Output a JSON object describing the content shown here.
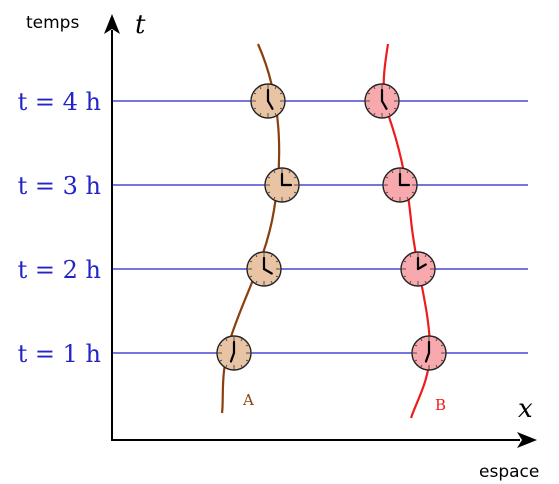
{
  "axes": {
    "y_word": "temps",
    "y_symbol": "t",
    "x_word": "espace",
    "x_symbol": "x"
  },
  "time_lines": [
    {
      "label": "t = 4 h"
    },
    {
      "label": "t = 3 h"
    },
    {
      "label": "t = 2 h"
    },
    {
      "label": "t = 1 h"
    }
  ],
  "worldlines": [
    {
      "label": "A",
      "color": "#8b3f0f",
      "clock_fill": "#e8c3a4"
    },
    {
      "label": "B",
      "color": "#ee1c1c",
      "clock_fill": "#f8a9ad"
    }
  ],
  "colors": {
    "time_line": "#2323c8",
    "time_label": "#2323c8",
    "axis": "#000000"
  }
}
